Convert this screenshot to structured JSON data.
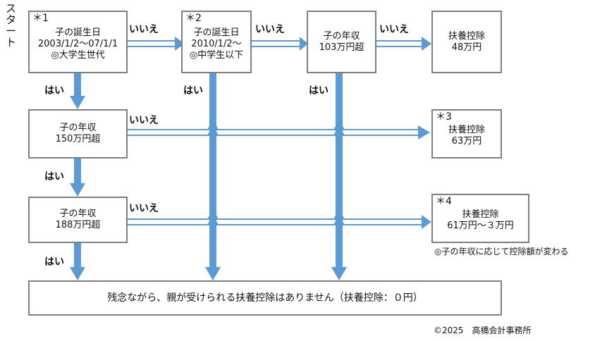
{
  "start_label": "スタート",
  "boxes": {
    "birth_univ": {
      "mark": "＊1",
      "lines": [
        "子の誕生日",
        "2003/1/2〜07/1/1",
        "◎大学生世代"
      ]
    },
    "birth_jr": {
      "mark": "＊2",
      "lines": [
        "子の誕生日",
        "2010/1/2〜",
        "◎中学生以下"
      ]
    },
    "income_103": {
      "lines": [
        "子の年収",
        "103万円超"
      ]
    },
    "deduction_48": {
      "lines": [
        "扶養控除",
        "48万円"
      ]
    },
    "income_150": {
      "lines": [
        "子の年収",
        "150万円超"
      ]
    },
    "deduction_63": {
      "mark": "＊3",
      "lines": [
        "扶養控除",
        "63万円"
      ]
    },
    "income_188": {
      "lines": [
        "子の年収",
        "188万円超"
      ]
    },
    "deduction_61_3": {
      "mark": "＊4",
      "lines": [
        "扶養控除",
        "61万円〜３万円"
      ]
    },
    "result_none": {
      "lines": [
        "残念ながら、親が受けられる扶養控除はありません（扶養控除：０円）"
      ]
    }
  },
  "labels": {
    "yes": "はい",
    "no": "いいえ"
  },
  "note_income": "◎子の年収に応じて控除額が変わる",
  "footer": "©2025　高橋会計事務所",
  "colors": {
    "arrow": "#5b9bd5",
    "border": "#7f7f7f"
  }
}
